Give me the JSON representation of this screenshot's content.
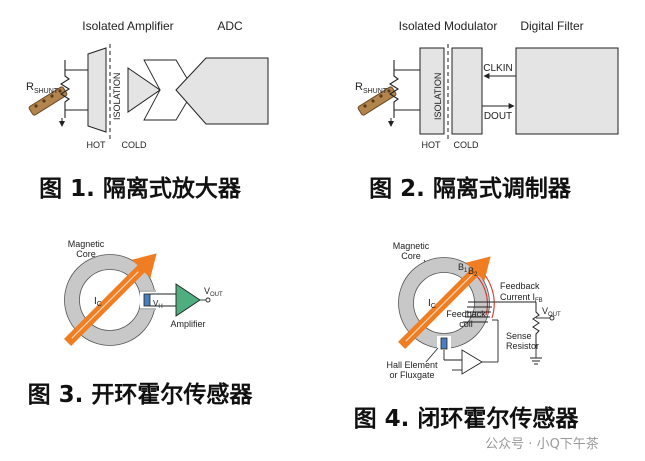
{
  "fig1": {
    "title_amp": "Isolated Amplifier",
    "title_adc": "ADC",
    "rshunt_main": "R",
    "rshunt_sub": "SHUNT",
    "isolation": "ISOLATION",
    "hot": "HOT",
    "cold": "COLD",
    "caption": "图 1. 隔离式放大器"
  },
  "fig2": {
    "title_mod": "Isolated Modulator",
    "title_filter": "Digital Filter",
    "rshunt_main": "R",
    "rshunt_sub": "SHUNT",
    "isolation": "ISOLATION",
    "clkin": "CLKIN",
    "dout": "DOUT",
    "hot": "HOT",
    "cold": "COLD",
    "caption": "图 2. 隔离式调制器"
  },
  "fig3": {
    "core_line1": "Magnetic",
    "core_line2": "Core",
    "ic_main": "I",
    "ic_sub": "C",
    "vh_main": "V",
    "vh_sub": "H",
    "vout_main": "V",
    "vout_sub": "OUT",
    "amplifier": "Amplifier",
    "caption": "图 3. 开环霍尔传感器"
  },
  "fig4": {
    "core_line1": "Magnetic",
    "core_line2": "Core",
    "b1_main": "B",
    "b1_sub": "1",
    "b2_main": "B",
    "b2_sub": "2",
    "ic_main": "I",
    "ic_sub": "C",
    "fb_line1": "Feedback",
    "fb_line2": "coil",
    "fbc_line1": "Feedback",
    "fbc_line2_main": "Current I",
    "fbc_line2_sub": "FB",
    "vout_main": "V",
    "vout_sub": "OUT",
    "sense_line1": "Sense",
    "sense_line2": "Resistor",
    "hall_line1": "Hall Element",
    "hall_line2": "or Fluxgate",
    "caption": "图 4. 闭环霍尔传感器"
  },
  "watermark": "公众号 · 小Q下午茶",
  "colors": {
    "orange": "#f07d22",
    "ring": "#c8c8c8",
    "amp_green": "#4fae7f",
    "box_grey": "#e4e4e4",
    "shunt_brown": "#b2854f",
    "red_coil": "#e0342c"
  }
}
